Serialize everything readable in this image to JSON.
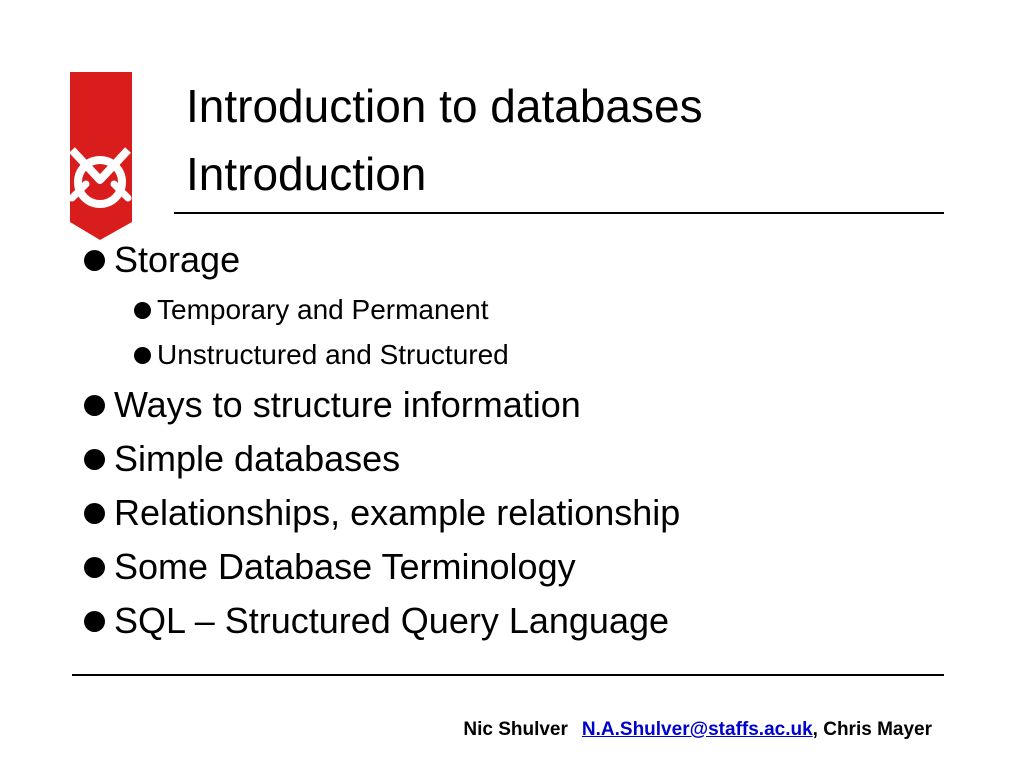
{
  "slide": {
    "title_line1": "Introduction to databases",
    "title_line2": "Introduction"
  },
  "bullets": [
    {
      "level": 1,
      "text": "Storage"
    },
    {
      "level": 2,
      "text": "Temporary and Permanent"
    },
    {
      "level": 2,
      "text": "Unstructured and Structured"
    },
    {
      "level": 1,
      "text": "Ways to structure information"
    },
    {
      "level": 1,
      "text": "Simple databases"
    },
    {
      "level": 1,
      "text": "Relationships, example relationship"
    },
    {
      "level": 1,
      "text": "Some Database Terminology"
    },
    {
      "level": 1,
      "text": "SQL – Structured Query Language"
    }
  ],
  "footer": {
    "author1": "Nic Shulver",
    "email": "N.A.Shulver@staffs.ac.uk",
    "separator": ",",
    "author2": "Chris Mayer"
  },
  "icons": {
    "logo": "university-crest-icon",
    "bullet": "bullet-dot-icon"
  },
  "colors": {
    "logo_red": "#d91c1c",
    "link_blue": "#0000cc",
    "text": "#000000",
    "background": "#ffffff"
  }
}
